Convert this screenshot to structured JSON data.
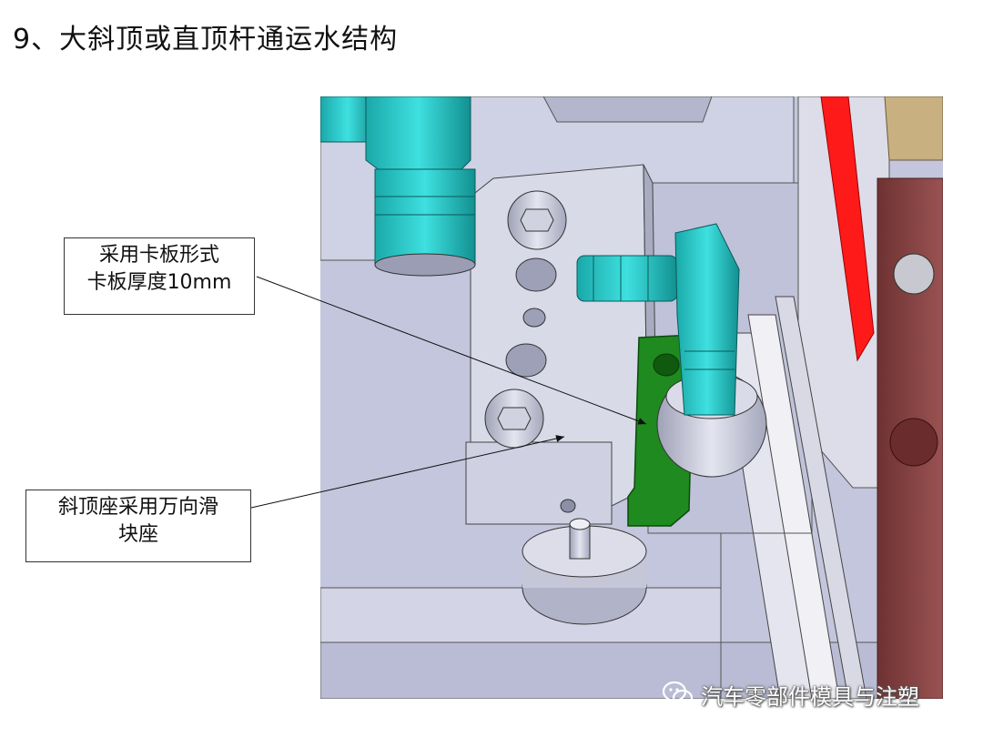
{
  "title": "9、大斜顶或直顶杆通运水结构",
  "callouts": [
    {
      "lines": [
        "采用卡板形式",
        "卡板厚度10mm"
      ]
    },
    {
      "lines": [
        "斜顶座采用万向滑",
        "块座"
      ]
    }
  ],
  "watermark": {
    "text": "汽车零部件模具与注塑",
    "icon": "wechat-icon"
  },
  "colors": {
    "fitting": "#25c3c3",
    "plate": "#1f8a1f",
    "red_bar": "#ff1a1a",
    "base": "#c3c6dc",
    "brown_block": "#8a4444"
  }
}
